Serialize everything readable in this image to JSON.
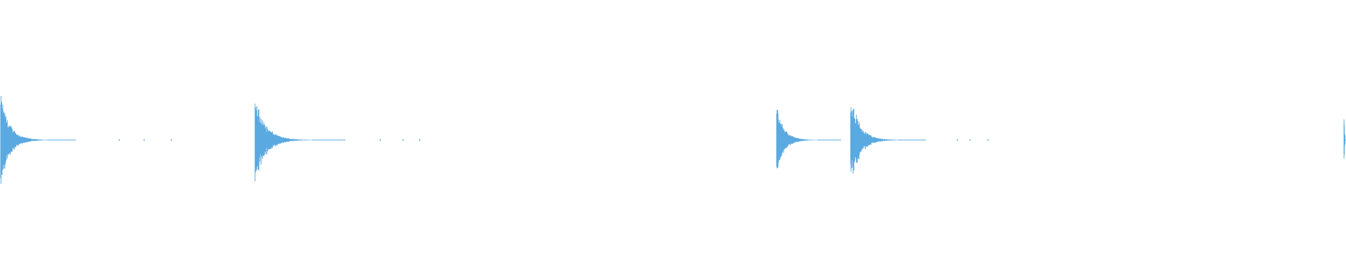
{
  "waveform": {
    "color": "#5aa9e0",
    "background": "#ffffff",
    "transients": [
      {
        "time_fraction": 0.0005,
        "amplitude": 0.5,
        "decay_fraction": 0.035,
        "noise_tail_fraction": 0.09
      },
      {
        "time_fraction": 0.1895,
        "amplitude": 0.47,
        "decay_fraction": 0.042,
        "noise_tail_fraction": 0.072
      },
      {
        "time_fraction": 0.577,
        "amplitude": 0.36,
        "decay_fraction": 0.03,
        "noise_tail_fraction": 0
      },
      {
        "time_fraction": 0.632,
        "amplitude": 0.52,
        "decay_fraction": 0.035,
        "noise_tail_fraction": 0.058
      },
      {
        "time_fraction": 0.9985,
        "amplitude": 0.38,
        "decay_fraction": 0.001,
        "noise_tail_fraction": 0
      }
    ]
  }
}
